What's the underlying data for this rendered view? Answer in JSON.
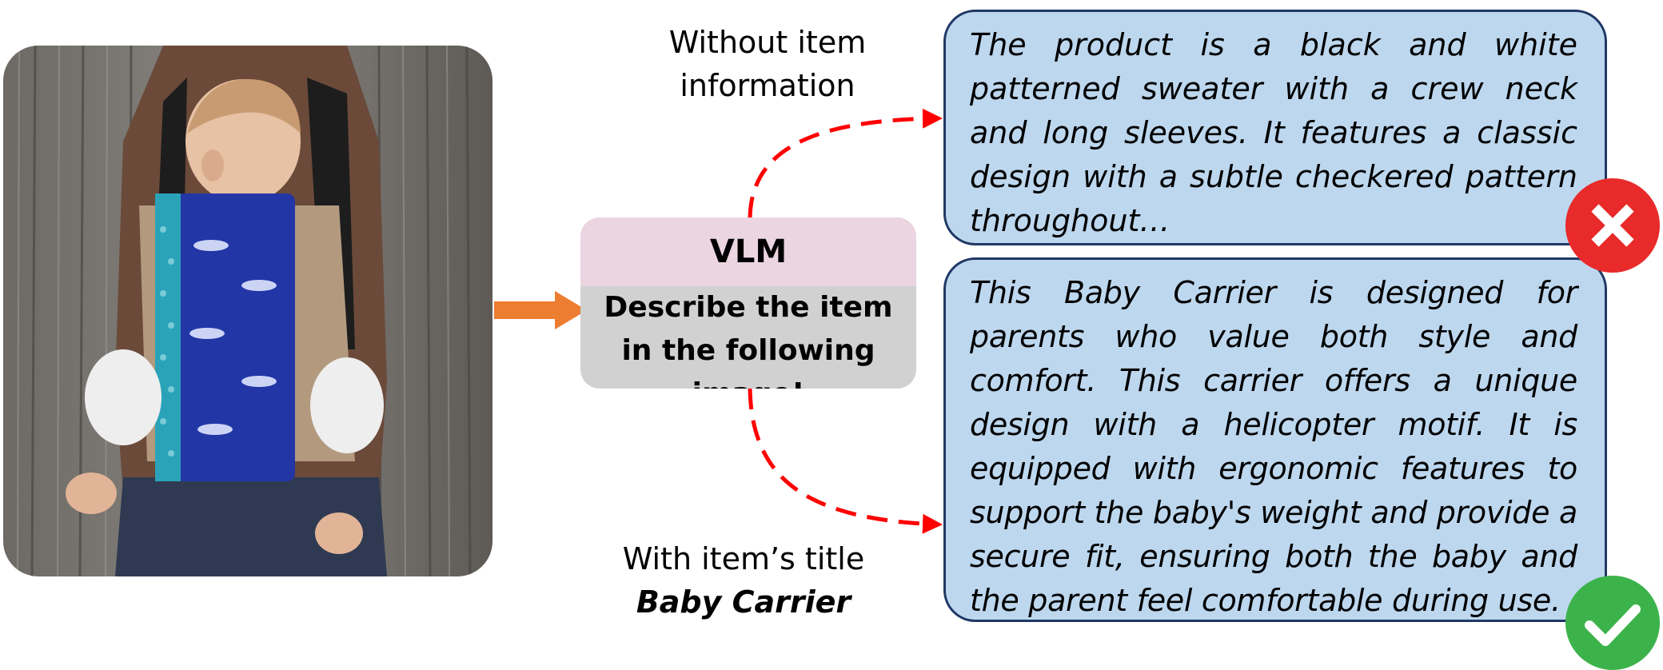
{
  "photo": {
    "subject": "baby-carrier-photo"
  },
  "flow": {
    "without_info_label": "Without item information",
    "with_title_label": "With item’s title",
    "item_title": "Baby Carrier"
  },
  "vlm": {
    "title": "VLM",
    "prompt": "Describe the item in the following image!"
  },
  "responses": {
    "without_info": "The product is a black and white patterned sweater with a crew neck and long sleeves. It features a classic design with a subtle checkered pattern throughout…",
    "with_title": "This Baby Carrier is designed for parents who value both style and comfort. This carrier offers a unique design with a helicopter motif. It is equipped with ergonomic features to support the baby's weight and provide a secure fit, ensuring both the baby and the parent feel comfortable during use."
  },
  "colors": {
    "arrow_solid": "#ed7d31",
    "arrow_dashed": "#ff0000",
    "response_fill": "#bdd7ee",
    "response_border": "#1f3864",
    "wrong": "#e82a2a",
    "right": "#3cb34a",
    "vlm_head": "#ead5e1",
    "vlm_body": "#d1d1d1"
  },
  "icons": {
    "wrong": "cross-icon",
    "right": "check-icon"
  }
}
